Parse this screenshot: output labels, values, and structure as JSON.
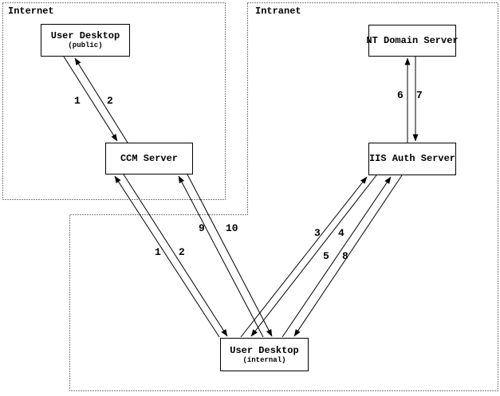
{
  "colors": {
    "ink": "#000000",
    "paper": "#ffffff"
  },
  "diagram": {
    "zones": [
      {
        "id": "internet",
        "label": "Internet"
      },
      {
        "id": "intranet",
        "label": "Intranet"
      }
    ],
    "nodes": [
      {
        "id": "user-desktop-public",
        "title": "User Desktop",
        "subtitle": "(public)",
        "zone": "internet"
      },
      {
        "id": "ccm-server",
        "title": "CCM Server",
        "subtitle": "",
        "zone": "internet"
      },
      {
        "id": "nt-domain-server",
        "title": "NT Domain Server",
        "subtitle": "",
        "zone": "intranet"
      },
      {
        "id": "iis-auth-server",
        "title": "IIS Auth Server",
        "subtitle": "",
        "zone": "intranet"
      },
      {
        "id": "user-desktop-internal",
        "title": "User Desktop",
        "subtitle": "(internal)",
        "zone": "intranet"
      }
    ],
    "edges": [
      {
        "label": "1",
        "from": "user-desktop-public",
        "to": "ccm-server"
      },
      {
        "label": "2",
        "from": "ccm-server",
        "to": "user-desktop-public"
      },
      {
        "label": "1",
        "from": "user-desktop-internal",
        "to": "ccm-server"
      },
      {
        "label": "2",
        "from": "ccm-server",
        "to": "user-desktop-internal"
      },
      {
        "label": "9",
        "from": "user-desktop-internal",
        "to": "ccm-server"
      },
      {
        "label": "10",
        "from": "ccm-server",
        "to": "user-desktop-internal"
      },
      {
        "label": "3",
        "from": "user-desktop-internal",
        "to": "iis-auth-server"
      },
      {
        "label": "4",
        "from": "iis-auth-server",
        "to": "user-desktop-internal"
      },
      {
        "label": "5",
        "from": "user-desktop-internal",
        "to": "iis-auth-server"
      },
      {
        "label": "8",
        "from": "iis-auth-server",
        "to": "user-desktop-internal"
      },
      {
        "label": "6",
        "from": "iis-auth-server",
        "to": "nt-domain-server"
      },
      {
        "label": "7",
        "from": "nt-domain-server",
        "to": "iis-auth-server"
      }
    ]
  }
}
